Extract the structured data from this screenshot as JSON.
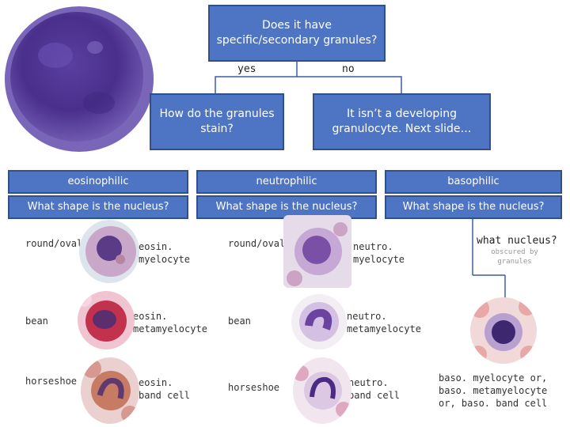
{
  "top_question": "Does it have specific/secondary granules?",
  "answers": {
    "yes": "yes",
    "no": "no"
  },
  "stain_question": "How do the granules stain?",
  "not_granulocyte": "It isn’t a developing granulocyte. Next slide…",
  "categories": [
    {
      "name": "eosinophilic",
      "question": "What shape is the nucleus?"
    },
    {
      "name": "neutrophilic",
      "question": "What shape is the nucleus?"
    },
    {
      "name": "basophilic",
      "question": "What shape is the nucleus?"
    }
  ],
  "eosin": {
    "shape1": "round/oval",
    "cell1": "eosin. myelocyte",
    "shape2": "bean",
    "cell2": "eosin. metamyelocyte",
    "shape3": "horseshoe",
    "cell3": "eosin. band cell"
  },
  "neutro": {
    "shape1": "round/oval",
    "cell1": "neutro. myelocyte",
    "shape2": "bean",
    "cell2": "neutro. metamyelocyte",
    "shape3": "horseshoe",
    "cell3": "neutro. band cell"
  },
  "baso": {
    "question": "what nucleus?",
    "note": "obscured by granules",
    "answer": "baso. myelocyte or, baso. metamyelocyte or, baso. band cell"
  }
}
